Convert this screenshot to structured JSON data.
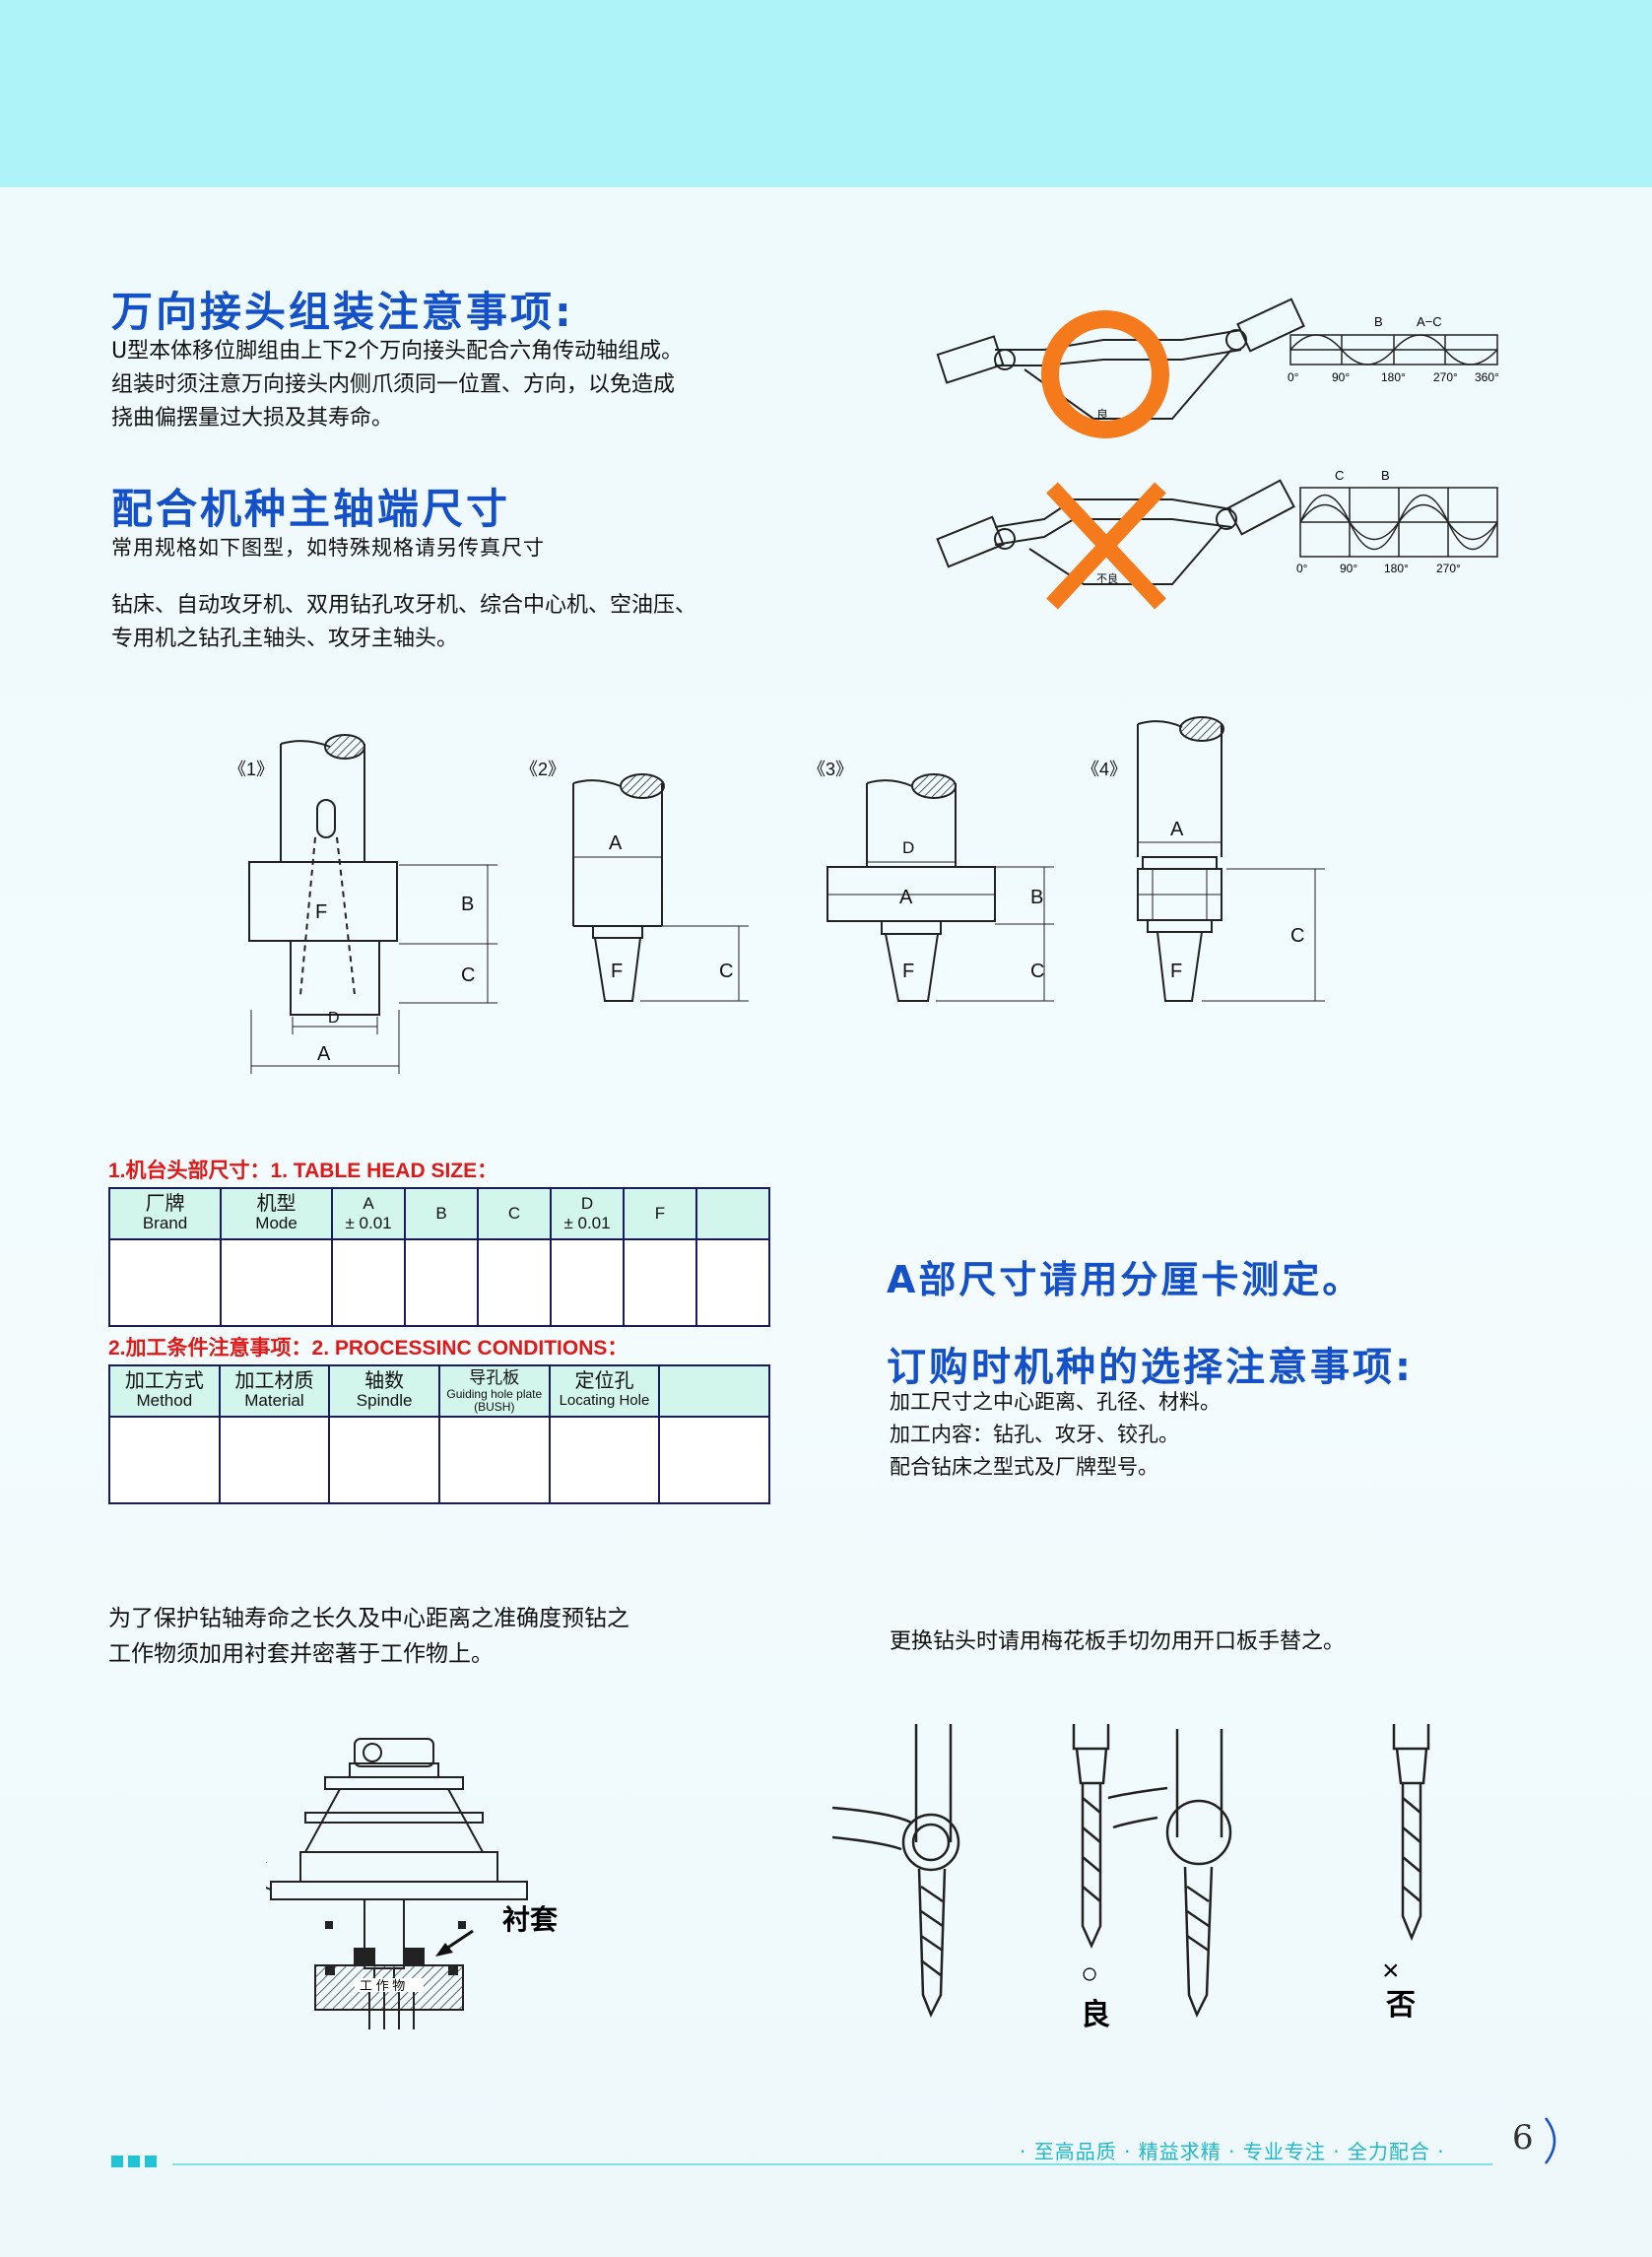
{
  "section1": {
    "title": "万向接头组装注意事项:",
    "lines": [
      "U型本体移位脚组由上下2个万向接头配合六角传动轴组成。",
      "组装时须注意万向接头内侧爪须同一位置、方向，以免造成",
      "挠曲偏摆量过大损及其寿命。"
    ]
  },
  "section2": {
    "title": "配合机种主轴端尺寸",
    "subtitle": "常用规格如下图型，如特殊规格请另传真尺寸",
    "lines": [
      "钻床、自动攻牙机、双用钻孔攻牙机、综合中心机、空油压、",
      "专用机之钻孔主轴头、攻牙主轴头。"
    ]
  },
  "joint_diagrams": {
    "good": {
      "label": "良",
      "wave_labels": [
        "B",
        "A−C"
      ],
      "ticks": [
        "0°",
        "90°",
        "180°",
        "270°",
        "360°"
      ]
    },
    "bad": {
      "label": "不良",
      "wave_labels": [
        "C",
        "B"
      ],
      "ticks": [
        "0°",
        "90°",
        "180°",
        "270°"
      ]
    }
  },
  "spindle_types": [
    {
      "label": "《1》",
      "dims": [
        "B",
        "F",
        "C",
        "D",
        "A"
      ]
    },
    {
      "label": "《2》",
      "dims": [
        "A",
        "F",
        "C"
      ]
    },
    {
      "label": "《3》",
      "dims": [
        "D",
        "A",
        "B",
        "F",
        "C"
      ]
    },
    {
      "label": "《4》",
      "dims": [
        "A",
        "C",
        "F"
      ]
    }
  ],
  "table1": {
    "heading": "1.机台头部尺寸：1. TABLE HEAD SIZE：",
    "headers": [
      {
        "zh": "厂牌",
        "en": "Brand"
      },
      {
        "zh": "机型",
        "en": "Mode"
      },
      {
        "zh": "A",
        "en": "± 0.01"
      },
      {
        "zh": "B",
        "en": ""
      },
      {
        "zh": "C",
        "en": ""
      },
      {
        "zh": "D",
        "en": "± 0.01"
      },
      {
        "zh": "F",
        "en": ""
      },
      {
        "zh": "",
        "en": ""
      }
    ]
  },
  "table2": {
    "heading": "2.加工条件注意事项：2. PROCESSINC CONDITIONS：",
    "headers": [
      {
        "zh": "加工方式",
        "en": "Method"
      },
      {
        "zh": "加工材质",
        "en": "Material"
      },
      {
        "zh": "轴数",
        "en": "Spindle"
      },
      {
        "zh": "导孔板",
        "en": "Guiding hole plate",
        "en2": "(BUSH)"
      },
      {
        "zh": "定位孔",
        "en": "Locating Hole"
      },
      {
        "zh": "",
        "en": ""
      }
    ]
  },
  "right_notes": {
    "caliper": "A部尺寸请用分厘卡测定。",
    "order_title": "订购时机种的选择注意事项:",
    "order_lines": [
      "加工尺寸之中心距离、孔径、材料。",
      "加工内容：钻孔、攻牙、铰孔。",
      "配合钻床之型式及厂牌型号。"
    ]
  },
  "bushing_note": {
    "lines": [
      "为了保护钻轴寿命之长久及中心距离之准确度预钻之",
      "工作物须加用衬套并密著于工作物上。"
    ],
    "label_bush": "衬套",
    "label_work": "工 作 物"
  },
  "wrench_note": {
    "text": "更换钻头时请用梅花板手切勿用开口板手替之。",
    "good_mark": "○",
    "good_label": "良",
    "bad_mark": "×",
    "bad_label": "否"
  },
  "footer": {
    "slogan": "· 至高品质 · 精益求精 · 专业专注 · 全力配合 ·",
    "page": "6"
  },
  "colors": {
    "heading_blue": "#1450c8",
    "red": "#e01818",
    "orange": "#f47a1c",
    "cyan_band": "#aef3f8"
  }
}
